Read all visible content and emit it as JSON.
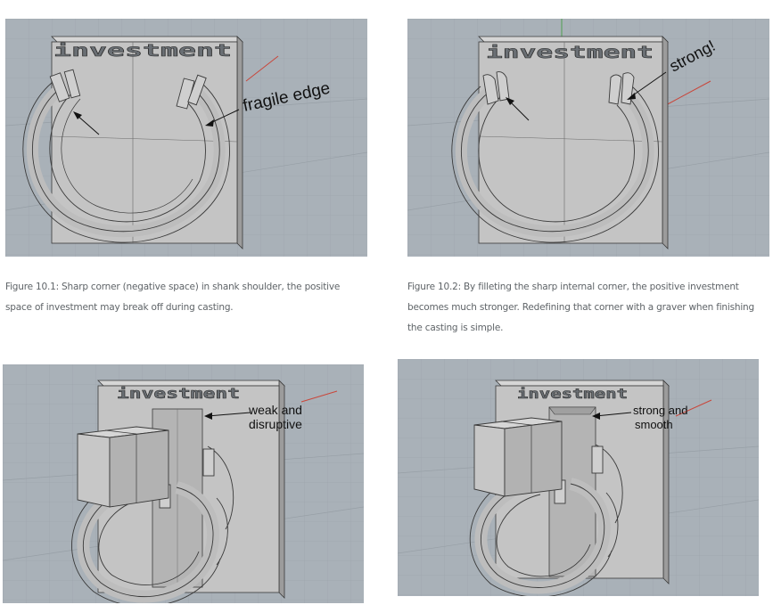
{
  "figures": [
    {
      "id": "fig-10-1",
      "engraving": "investment",
      "annotation_lines": [
        "fragile edge"
      ],
      "caption": "Figure 10.1: Sharp corner (negative space) in shank shoulder, the positive space of investment may break off during casting."
    },
    {
      "id": "fig-10-2",
      "engraving": "investment",
      "annotation_lines": [
        "strong!"
      ],
      "caption": "Figure 10.2: By filleting the sharp internal corner, the positive investment becomes much stronger. Redefining that corner with a graver when finishing the casting is simple."
    },
    {
      "id": "fig-10-3",
      "engraving": "investment",
      "annotation_lines": [
        "weak and",
        "disruptive"
      ],
      "caption": ""
    },
    {
      "id": "fig-10-4",
      "engraving": "investment",
      "annotation_lines": [
        "strong and",
        "smooth"
      ],
      "caption": ""
    }
  ],
  "colors": {
    "viewport_bg": "#a9b1b8",
    "block_face": "#c4c4c4",
    "block_side": "#9c9c9c",
    "caption_text": "#5f6468"
  }
}
